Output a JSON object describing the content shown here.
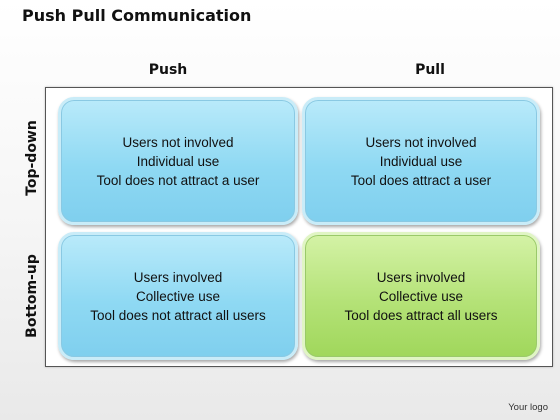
{
  "title": "Push Pull Communication",
  "columns": [
    "Push",
    "Pull"
  ],
  "rows": [
    "Top-down",
    "Bottom-up"
  ],
  "cells": {
    "top_push": [
      "Users not involved",
      "Individual use",
      "Tool does not attract a user"
    ],
    "top_pull": [
      "Users not involved",
      "Individual use",
      "Tool does attract a user"
    ],
    "bottom_push": [
      "Users involved",
      "Collective use",
      "Tool does not attract all users"
    ],
    "bottom_pull": [
      "Users involved",
      "Collective use",
      "Tool does attract all users"
    ]
  },
  "footer": "Your logo",
  "colors": {
    "blue_cell": "#8fd9f3",
    "green_cell": "#b4e277"
  }
}
